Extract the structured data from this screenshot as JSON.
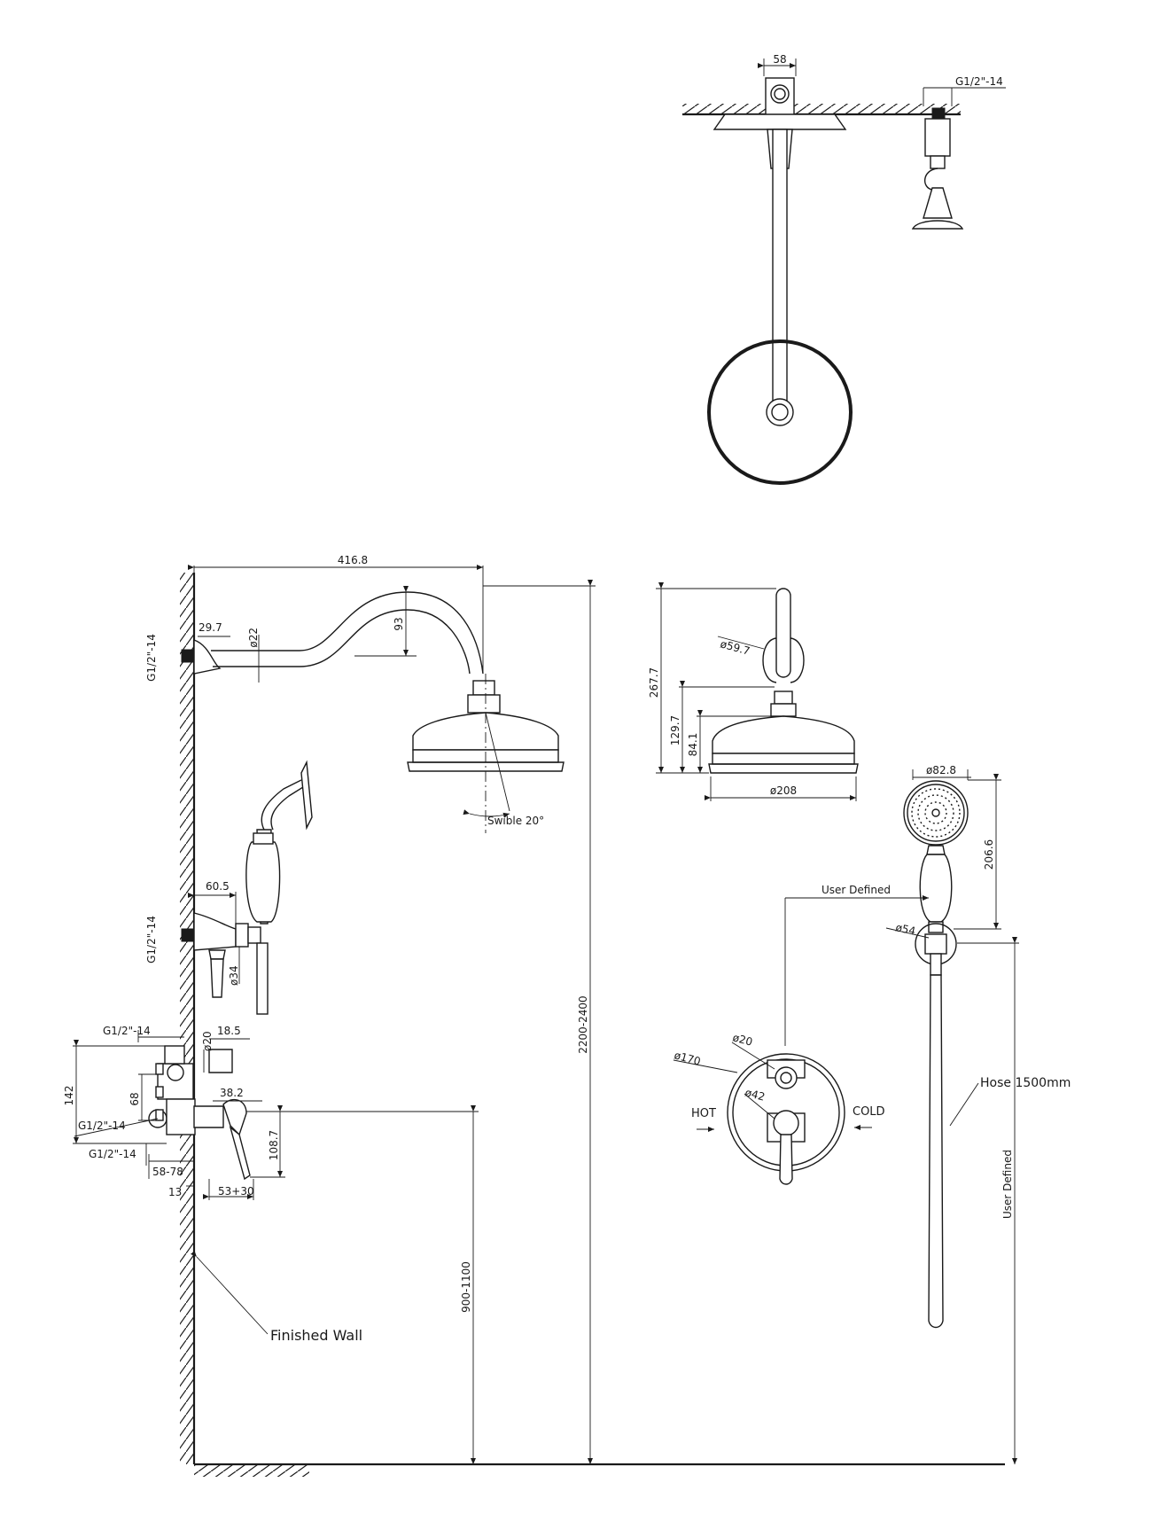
{
  "top_view": {
    "arm_width": "58",
    "ceiling_thread": "G1/2\"-14"
  },
  "side_view": {
    "arm_reach": "416.8",
    "flange_depth": "29.7",
    "arm_diameter": "ø22",
    "arm_rise": "93",
    "top_thread": "G1/2\"-14",
    "swivel": "Swible 20°",
    "total_height": "2200-2400",
    "handset_offset": "60.5",
    "mid_thread": "G1/2\"-14",
    "handset_diameter": "ø34",
    "valve_thread_top": "G1/2\"-14",
    "valve_height": "142",
    "valve_inner": "68",
    "valve_thread_left": "G1/2\"-14",
    "valve_thread_bottom": "G1/2\"-14",
    "valve_depth_range": "58-78",
    "trim_13": "13",
    "trim_range": "53+30",
    "stem_diameter": "ø20",
    "stem_18_5": "18.5",
    "stem_38_2": "38.2",
    "handle_108_7": "108.7",
    "valve_height_range": "900-1100",
    "finished_wall": "Finished Wall"
  },
  "front_view": {
    "arm_height": "267.7",
    "neck_height": "129.7",
    "head_height": "84.1",
    "flange_diameter": "ø59.7",
    "head_diameter": "ø208",
    "handset_diameter": "ø82.8",
    "handset_length": "206.6",
    "holder_diameter": "ø54",
    "user_defined_top": "User Defined",
    "user_defined_side": "User Defined",
    "hose": "Hose 1500mm",
    "plate_diameter": "ø170",
    "stem_diameter": "ø20",
    "knob_diameter": "ø42",
    "hot": "HOT",
    "cold": "COLD"
  }
}
